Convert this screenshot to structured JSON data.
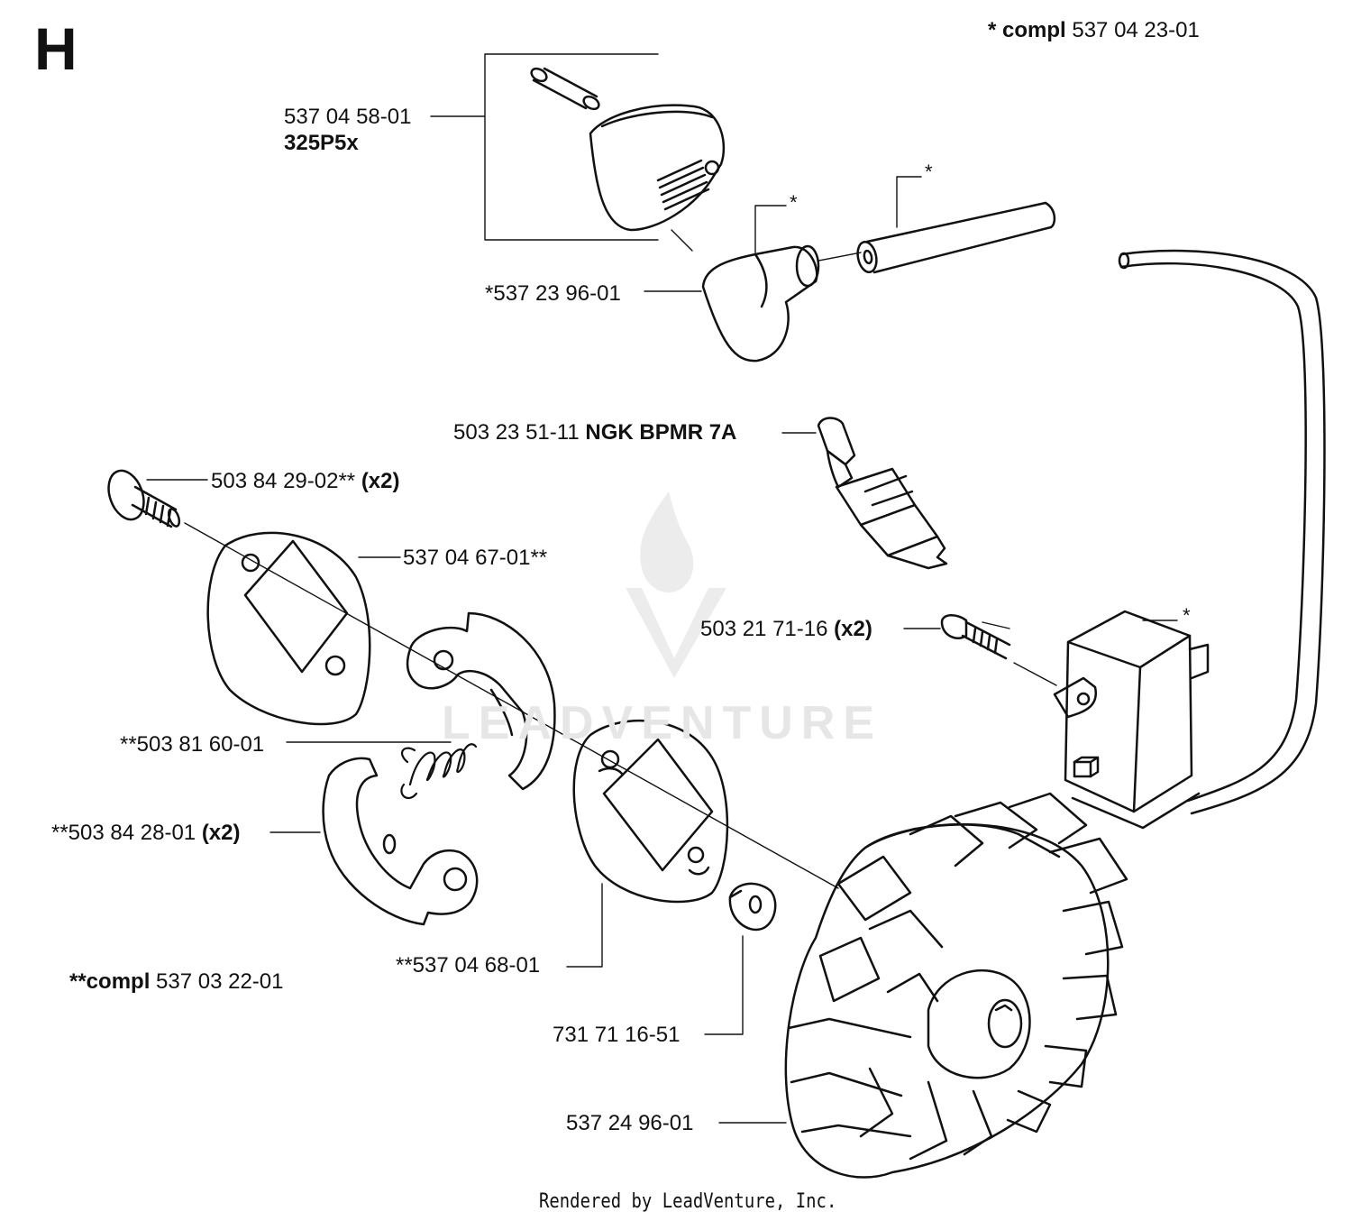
{
  "section": "H",
  "compl_top": {
    "prefix": "* compl",
    "code": "537 04 23-01"
  },
  "compl_bottom": {
    "prefix": "**compl",
    "code": "537 03 22-01"
  },
  "labels": {
    "muffler_cover": "537 04 58-01",
    "muffler_cover_model": "325P5x",
    "spark_cap": "*537 23 96-01",
    "spark_plug": "503 23 51-11",
    "spark_plug_type": "NGK BPMR 7A",
    "screw": "503 84 29-02**",
    "screw_qty": "(x2)",
    "plate_outer": "537 04 67-01**",
    "ignition_screw": "503 21 71-16",
    "ignition_screw_qty": "(x2)",
    "spring": "**503 81 60-01",
    "shoe": "**503 84 28-01",
    "shoe_qty": "(x2)",
    "plate_inner": "**537 04 68-01",
    "washer": "731 71 16-51",
    "flywheel": "537 24 96-01"
  },
  "asterisk": "*",
  "watermark": "LEADVENTURE",
  "footer": "Rendered by LeadVenture, Inc."
}
